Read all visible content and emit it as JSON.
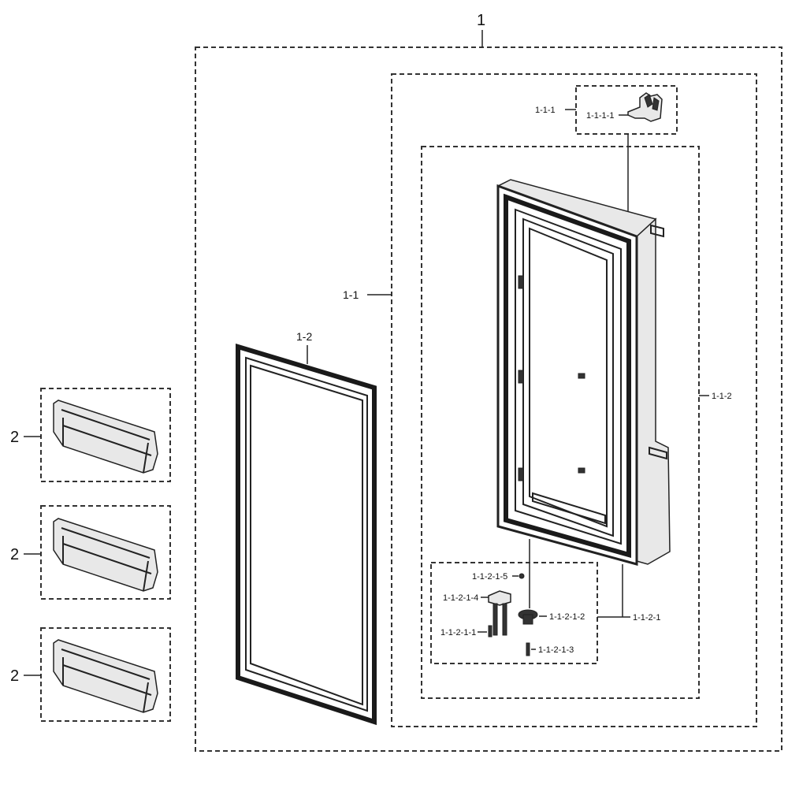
{
  "labels": {
    "assembly": "1",
    "door_assembly": "1-1",
    "gasket": "1-2",
    "hinge_group": "1-1-1",
    "hinge_part": "1-1-1-1",
    "door_body": "1-1-2",
    "lower_hinge": "1-1-2-1",
    "screw_a": "1-1-2-1-1",
    "bushing": "1-1-2-1-2",
    "screw_b": "1-1-2-1-3",
    "bracket": "1-1-2-1-4",
    "washer": "1-1-2-1-5",
    "bin_1": "2",
    "bin_2": "2",
    "bin_3": "2"
  }
}
